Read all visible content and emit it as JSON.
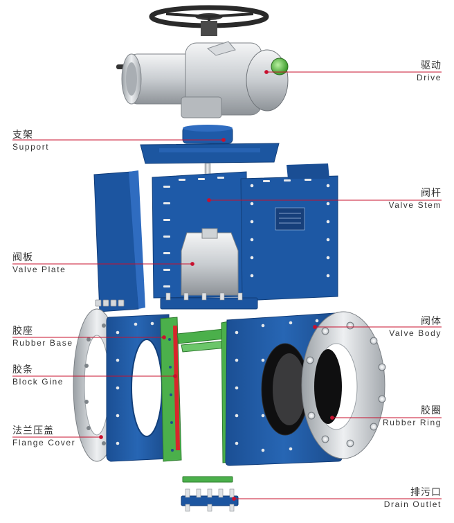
{
  "diagram": {
    "colors": {
      "body_blue": "#1f5aa6",
      "body_blue_dark": "#163f7a",
      "body_blue_light": "#3a78c8",
      "rubber_green": "#4bb04b",
      "rubber_red": "#d8262b",
      "steel_light": "#e6e8ea",
      "steel_mid": "#b8bcc0",
      "leader_line": "#c8102e",
      "label_text": "#333333"
    },
    "labels": {
      "drive": {
        "zh": "驱动",
        "en": "Drive"
      },
      "support": {
        "zh": "支架",
        "en": "Support"
      },
      "valve_stem": {
        "zh": "阀杆",
        "en": "Valve Stem"
      },
      "valve_plate": {
        "zh": "阀板",
        "en": "Valve Plate"
      },
      "rubber_base": {
        "zh": "胶座",
        "en": "Rubber Base"
      },
      "valve_body": {
        "zh": "阀体",
        "en": "Valve Body"
      },
      "block_gine": {
        "zh": "胶条",
        "en": "Block Gine"
      },
      "flange_cover": {
        "zh": "法兰压盖",
        "en": "Flange Cover"
      },
      "rubber_ring": {
        "zh": "胶圈",
        "en": "Rubber Ring"
      },
      "drain_outlet": {
        "zh": "排污口",
        "en": "Drain Outlet"
      }
    }
  }
}
